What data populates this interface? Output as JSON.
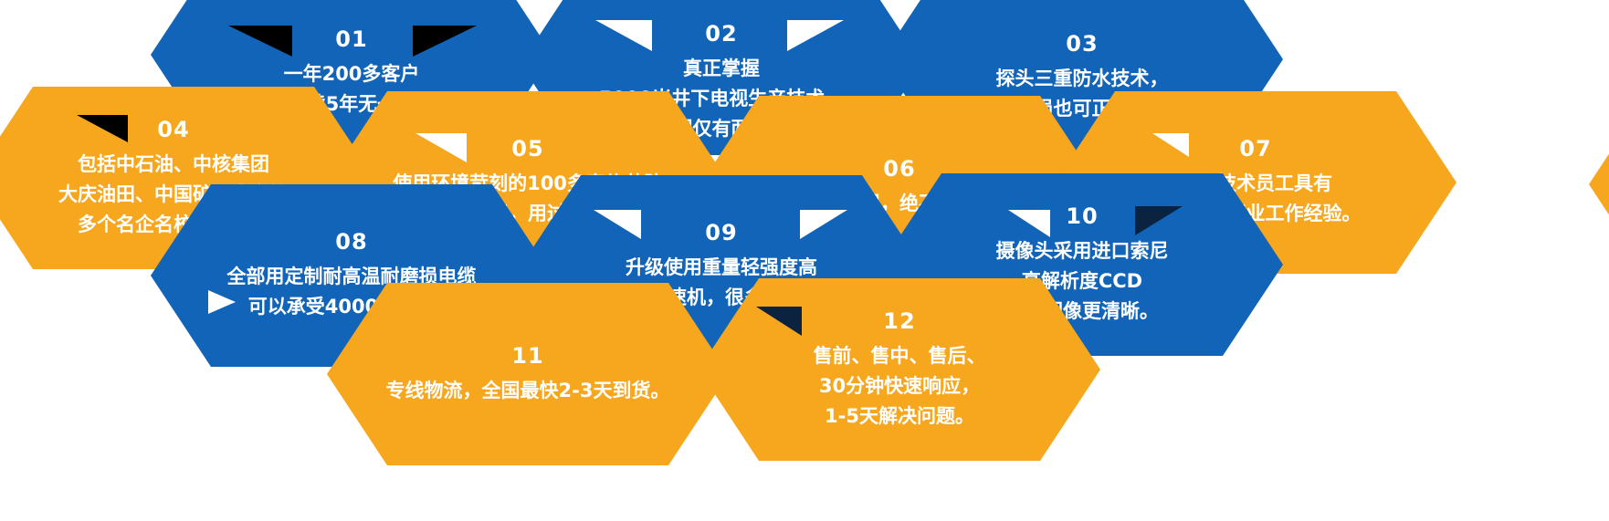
{
  "page": {
    "background": "#ffffff"
  },
  "colors": {
    "blue": "#1164b8",
    "orange": "#f6a71e",
    "text": "#ffffff",
    "decoration_black": "#000000",
    "decoration_white": "#ffffff",
    "decoration_dark_navy": "#0c2340"
  },
  "hexagons": [
    {
      "number": "01",
      "color": "blue",
      "lines": [
        "一年200多客户",
        "外贸内贸连续5年无一质量投诉。"
      ]
    },
    {
      "number": "02",
      "color": "blue",
      "lines": [
        "真正掌握",
        "5000米井下电视生产技术，",
        "全国仅有两家。"
      ]
    },
    {
      "number": "03",
      "color": "blue",
      "lines": [
        "探头三重防水技术，",
        "电缆破损也可正常使用。"
      ]
    },
    {
      "number": "04",
      "color": "orange",
      "lines": [
        "包括中石油、中核集团",
        "大庆油田、中国矿业大学等",
        "多个名企名校都在用。"
      ]
    },
    {
      "number": "05",
      "color": "orange",
      "lines": [
        "使用环境苛刻的100多家修井队",
        "自来水公司，用过后满意。"
      ]
    },
    {
      "number": "06",
      "color": "orange",
      "lines": [
        "除非天灾人祸，绝不延期完工。"
      ]
    },
    {
      "number": "07",
      "color": "orange",
      "lines": [
        "工厂技术员工具有",
        "十年以上行业工作经验。"
      ]
    },
    {
      "number": "08",
      "color": "blue",
      "lines": [
        "全部用定制耐高温耐磨损电缆",
        "可以承受4000米拉力。"
      ]
    },
    {
      "number": "09",
      "color": "blue",
      "lines": [
        "升级使用重量轻强度高",
        "的NMRV减速机，很多同行做不到。"
      ]
    },
    {
      "number": "10",
      "color": "blue",
      "lines": [
        "摄像头采用进口索尼",
        "高解析度CCD",
        "确保图像更清晰。"
      ]
    },
    {
      "number": "11",
      "color": "orange",
      "lines": [
        "专线物流，全国最快2-3天到货。"
      ]
    },
    {
      "number": "12",
      "color": "orange",
      "lines": [
        "售前、售中、售后、",
        "30分钟快速响应，",
        "1-5天解决问题。"
      ]
    }
  ]
}
